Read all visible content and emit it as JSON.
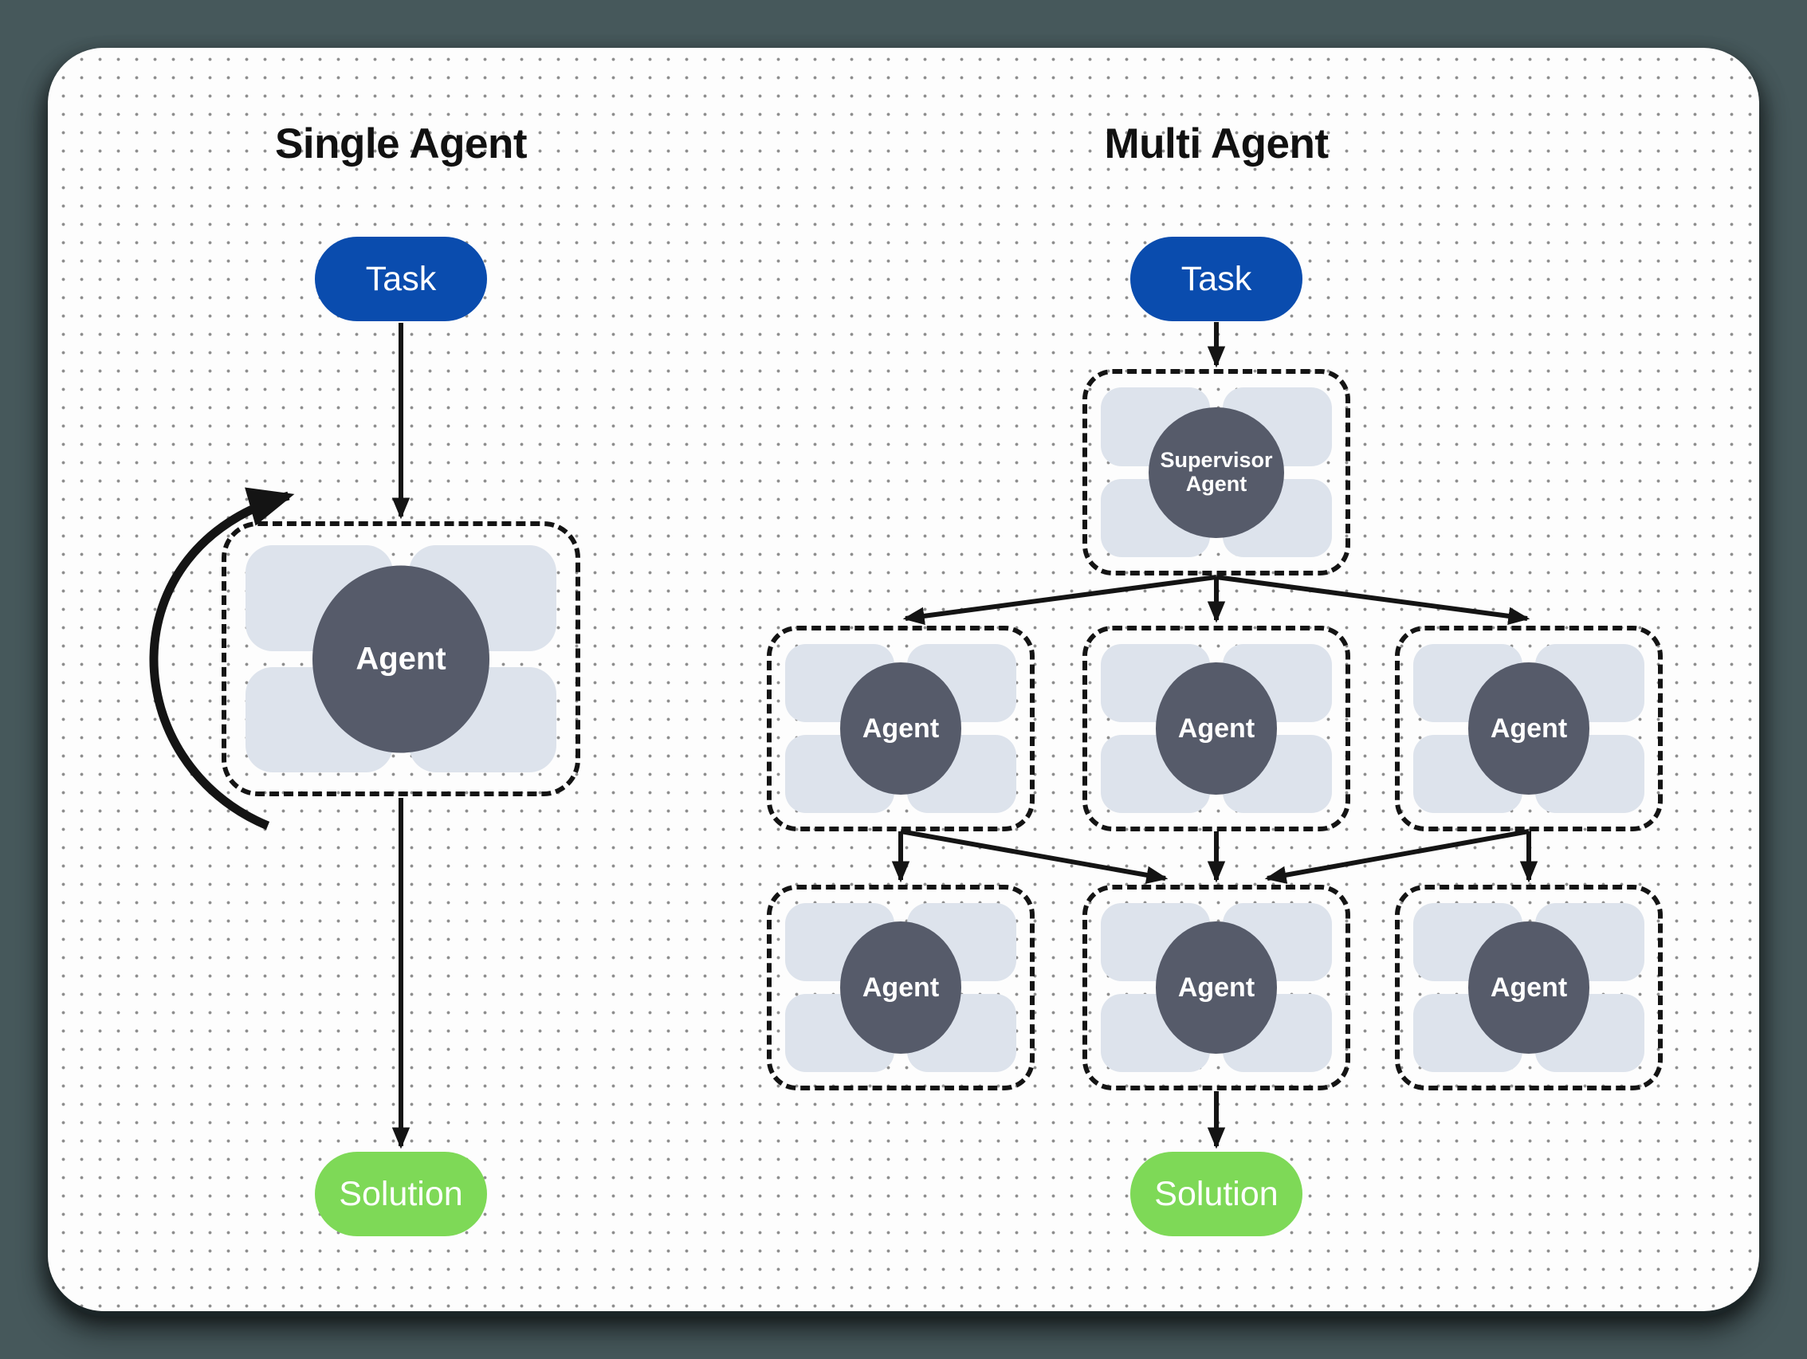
{
  "colors": {
    "page_background": "#46585b",
    "card_background": "#fdfdfd",
    "dot_grid": "#8f8f8f",
    "task_blue": "#0a4cae",
    "solution_green": "#7ed957",
    "agent_circle": "#565b6a",
    "tile_gray": "#dde3ec",
    "line_black": "#141414",
    "text_white": "#ffffff",
    "title_black": "#111111"
  },
  "left_column": {
    "title": "Single Agent",
    "task_label": "Task",
    "agent_label": "Agent",
    "solution_label": "Solution"
  },
  "right_column": {
    "title": "Multi Agent",
    "task_label": "Task",
    "supervisor_label": "Supervisor Agent",
    "worker_agents_row1": [
      "Agent",
      "Agent",
      "Agent"
    ],
    "worker_agents_row2": [
      "Agent",
      "Agent",
      "Agent"
    ],
    "solution_label": "Solution"
  }
}
